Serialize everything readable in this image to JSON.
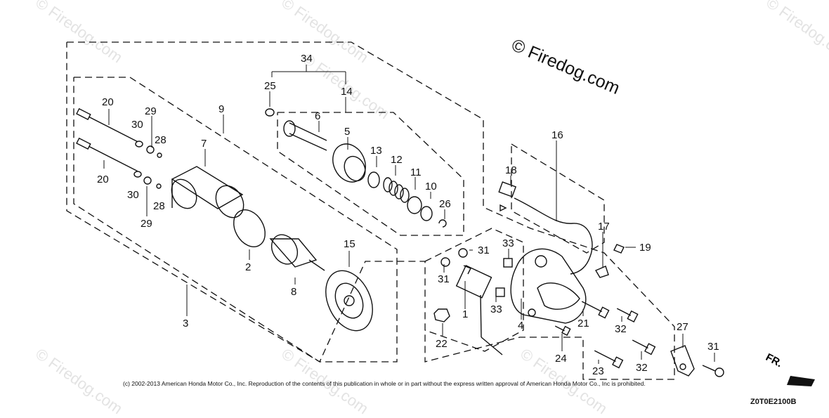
{
  "watermark": "© Firedog.com",
  "brand": "© Firedog.com",
  "footer": "(c) 2002-2013 American Honda Motor Co., Inc. Reproduction of the contents of this publication in whole or in part without the express written approval of American Honda Motor Co., Inc is prohibited.",
  "diagram_code": "Z0T0E2100B",
  "direction_label": "FR.",
  "callouts": [
    "34",
    "14",
    "25",
    "6",
    "5",
    "13",
    "12",
    "11",
    "10",
    "26",
    "20",
    "29",
    "30",
    "28",
    "9",
    "7",
    "2",
    "8",
    "15",
    "3",
    "16",
    "18",
    "17",
    "19",
    "33",
    "31",
    "1",
    "22",
    "4",
    "21",
    "32",
    "24",
    "23",
    "27"
  ]
}
